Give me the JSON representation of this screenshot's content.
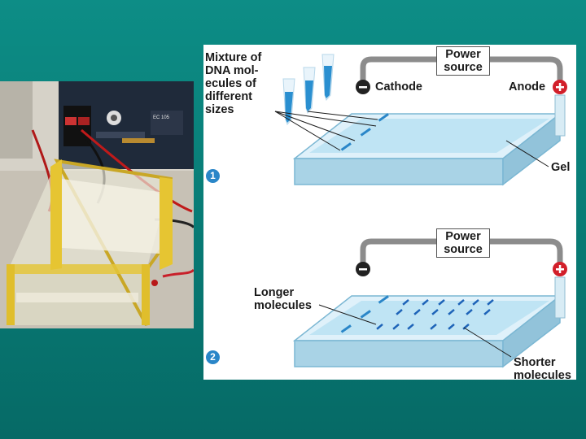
{
  "photo": {
    "device_label": "EC 105"
  },
  "diagram": {
    "panel1": {
      "mixture_lines": [
        "Mixture of",
        "DNA mol-",
        "ecules of",
        "different",
        "sizes"
      ],
      "power_source": [
        "Power",
        "source"
      ],
      "cathode": "Cathode",
      "anode": "Anode",
      "gel": "Gel",
      "step": "1"
    },
    "panel2": {
      "power_source": [
        "Power",
        "source"
      ],
      "longer": [
        "Longer",
        "molecules"
      ],
      "shorter": [
        "Shorter",
        "molecules"
      ],
      "step": "2"
    },
    "colors": {
      "gel_blue": "#bfe4f4",
      "tray": "#a9d3e6",
      "band": "#1d63b8",
      "wire": "#8c8c8c",
      "step_badge": "#2a86c8",
      "background": "#0a8580"
    }
  }
}
